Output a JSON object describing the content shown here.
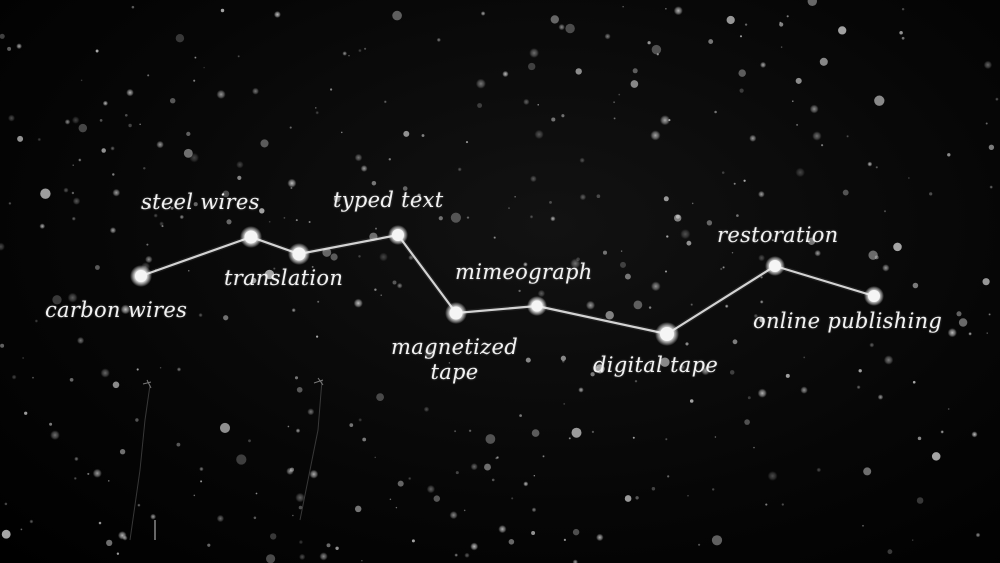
{
  "timeline": {
    "stops": [
      {
        "id": "carbon-wires",
        "label": "carbon wires"
      },
      {
        "id": "steel-wires",
        "label": "steel wires"
      },
      {
        "id": "translation",
        "label": "translation"
      },
      {
        "id": "typed-text",
        "label": "typed text"
      },
      {
        "id": "magnetized-tape",
        "label_line1": "magnetized",
        "label_line2": "tape"
      },
      {
        "id": "mimeograph",
        "label": "mimeograph"
      },
      {
        "id": "digital-tape",
        "label": "digital tape"
      },
      {
        "id": "restoration",
        "label": "restoration"
      },
      {
        "id": "online-publishing",
        "label": "online publishing"
      }
    ]
  },
  "colors": {
    "background": "#000000",
    "stars": "#d9d9d9",
    "line": "#e8e8e8",
    "text": "#f2f2f2"
  }
}
